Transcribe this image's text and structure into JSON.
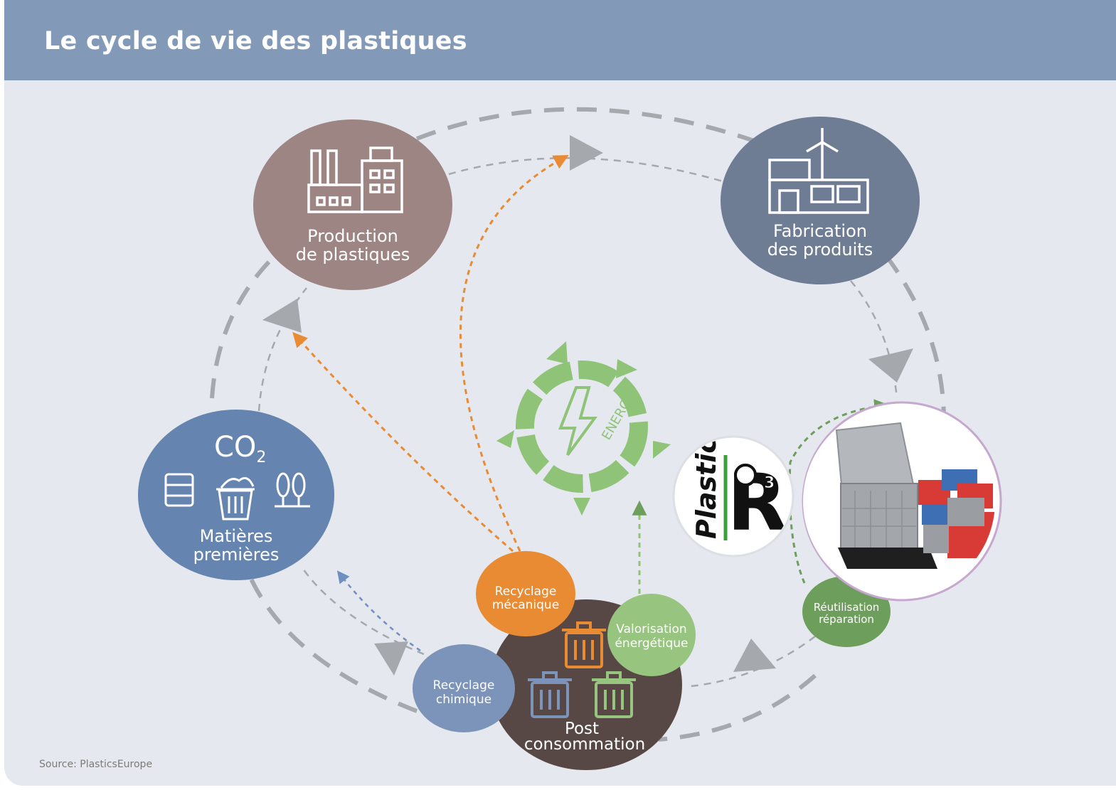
{
  "header": {
    "title": "Le cycle de vie des plastiques"
  },
  "nodes": {
    "production": {
      "line1": "Production",
      "line2": "de plastiques"
    },
    "fabrication": {
      "line1": "Fabrication",
      "line2": "des produits"
    },
    "matieres": {
      "co2": "CO",
      "co2_sub": "2",
      "line1": "Matières",
      "line2": "premières"
    },
    "post": {
      "line1": "Post",
      "line2": "consommation"
    },
    "recyclage_mecanique": {
      "line1": "Recyclage",
      "line2": "mécanique"
    },
    "valorisation": {
      "line1": "Valorisation",
      "line2": "énergétique"
    },
    "recyclage_chimique": {
      "line1": "Recyclage",
      "line2": "chimique"
    },
    "reutilisation": {
      "line1": "Réutilisation",
      "line2": "réparation"
    }
  },
  "energy_label": "ENERGIE",
  "logo": {
    "word": "Plastic",
    "letter": "R",
    "superscript": "3"
  },
  "source": "Source: PlasticsEurope",
  "colors": {
    "header": "#8399b8",
    "production": "#9d8584",
    "fabrication": "#6f7d94",
    "matieres": "#6585b0",
    "post": "#574845",
    "recyclage_mecanique": "#e98b33",
    "valorisation": "#97c47f",
    "recyclage_chimique": "#7c94b9",
    "reutilisation": "#6e9e5b",
    "energy": "#8fc378",
    "arrow_orange": "#e98b33",
    "arrow_green": "#6e9e5b",
    "arrow_blue": "#6f8fc0",
    "cycle": "#a5a8ad"
  }
}
